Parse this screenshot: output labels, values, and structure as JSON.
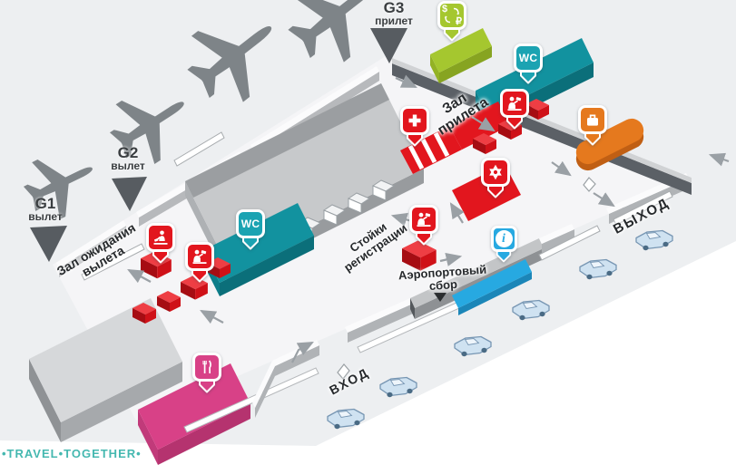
{
  "watermark": "•TRAVEL•TOGETHER•",
  "gates": [
    {
      "code": "G1",
      "label": "вылет"
    },
    {
      "code": "G2",
      "label": "вылет"
    },
    {
      "code": "G3",
      "label": "прилет"
    }
  ],
  "areas": {
    "arrival_hall": {
      "line1": "Зал",
      "line2": "прилета"
    },
    "departure_lounge": {
      "line1": "Зал ожидания",
      "line2": "вылета"
    },
    "checkin_desks": {
      "line1": "Стойки",
      "line2": "регистрации"
    },
    "airport_fee": {
      "line1": "Аэропортовый",
      "line2": "сбор"
    },
    "entrance": "ВХОД",
    "exit": "ВЫХОД"
  },
  "pins": {
    "wc": "WC",
    "info": "i",
    "currency_from": "$",
    "currency_to": "₽"
  },
  "icons": [
    "currency-exchange",
    "wc",
    "first-aid",
    "passport-control",
    "police",
    "baggage-claim",
    "information",
    "security-check",
    "cafe",
    "airport-fee"
  ],
  "parking": {
    "vehicle_count": 6
  },
  "colors": {
    "red": "#e2161e",
    "red_top": "#ee3e44",
    "red_left": "#a60d13",
    "red_right": "#cf1118",
    "teal": "#12929f",
    "teal_dark": "#0b6f7a",
    "teal_side": "#0d7e8a",
    "teal_pin": "#1ba3b2",
    "green": "#a5c72f",
    "green_dark": "#87a421",
    "orange": "#e5791e",
    "orange_dark": "#c05f14",
    "blue": "#27a9e1",
    "blue_dark": "#1b86b8",
    "pink": "#d84187",
    "pink_dark": "#b5336f",
    "ground": "#edeff1",
    "floor": "#f5f5f7",
    "wall_dark": "#5b6066",
    "plane": "#7e8488",
    "gate_tri": "#575c61",
    "arrow": "#9aa0a5",
    "label": "#26292c",
    "watermark": "#45b8b0"
  }
}
